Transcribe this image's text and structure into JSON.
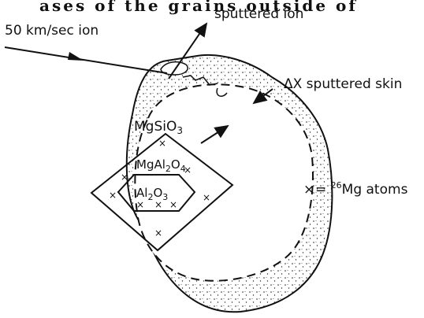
{
  "header_fragment": "ases of the grains outside of",
  "labels": {
    "incoming_speed": "50 km/sec ion",
    "sputtered_ion": "sputtered ion",
    "sputtered_skin": "ΔX sputtered skin",
    "outer_mineral": "MgSiO3",
    "middle_mineral": "MgAl2O4",
    "core_mineral": "Al2O3",
    "legend_symbol": "×",
    "legend_text": "= 26Mg atoms"
  },
  "colors": {
    "ink": "#111111",
    "paper": "#ffffff"
  }
}
